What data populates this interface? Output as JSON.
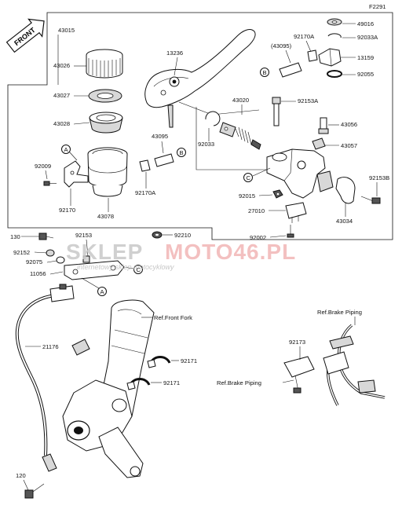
{
  "diagram_id": "F2291",
  "front_label": "FRONT",
  "callouts": {
    "a": "A",
    "b": "B",
    "c": "C"
  },
  "part_numbers": {
    "p43015": "43015",
    "p43026": "43026",
    "p43027": "43027",
    "p43028": "43028",
    "p92009": "92009",
    "p92170": "92170",
    "p43078": "43078",
    "p92170A_lower": "92170A",
    "p43095_lower": "43095",
    "p92033": "92033",
    "p13236": "13236",
    "p43020": "43020",
    "p92153A": "92153A",
    "p43095_upper": "(43095)",
    "p92170A_upper": "92170A",
    "p49016": "49016",
    "p92033A": "92033A",
    "p13159": "13159",
    "p92055": "92055",
    "p43056": "43056",
    "p43057": "43057",
    "p92015": "92015",
    "p27010": "27010",
    "p92002": "92002",
    "p92153B": "92153B",
    "p43034": "43034",
    "p130": "130",
    "p92153": "92153",
    "p92210": "92210",
    "p92152": "92152",
    "p92075": "92075",
    "p11056": "11056",
    "p21176": "21176",
    "p92171_a": "92171",
    "p92171_b": "92171",
    "p92173": "92173",
    "p120": "120"
  },
  "references": {
    "front_fork": "Ref.Front Fork",
    "brake_piping_top": "Ref.Brake Piping",
    "brake_piping_left": "Ref.Brake Piping"
  },
  "watermark": {
    "brand_prefix": "SKLEP",
    "brand_suffix": "MOTO46.PL",
    "tagline": "internetowy sklep motocyklowy",
    "prefix_color": "#c8c8c8",
    "suffix_color": "#f2b6b6"
  }
}
